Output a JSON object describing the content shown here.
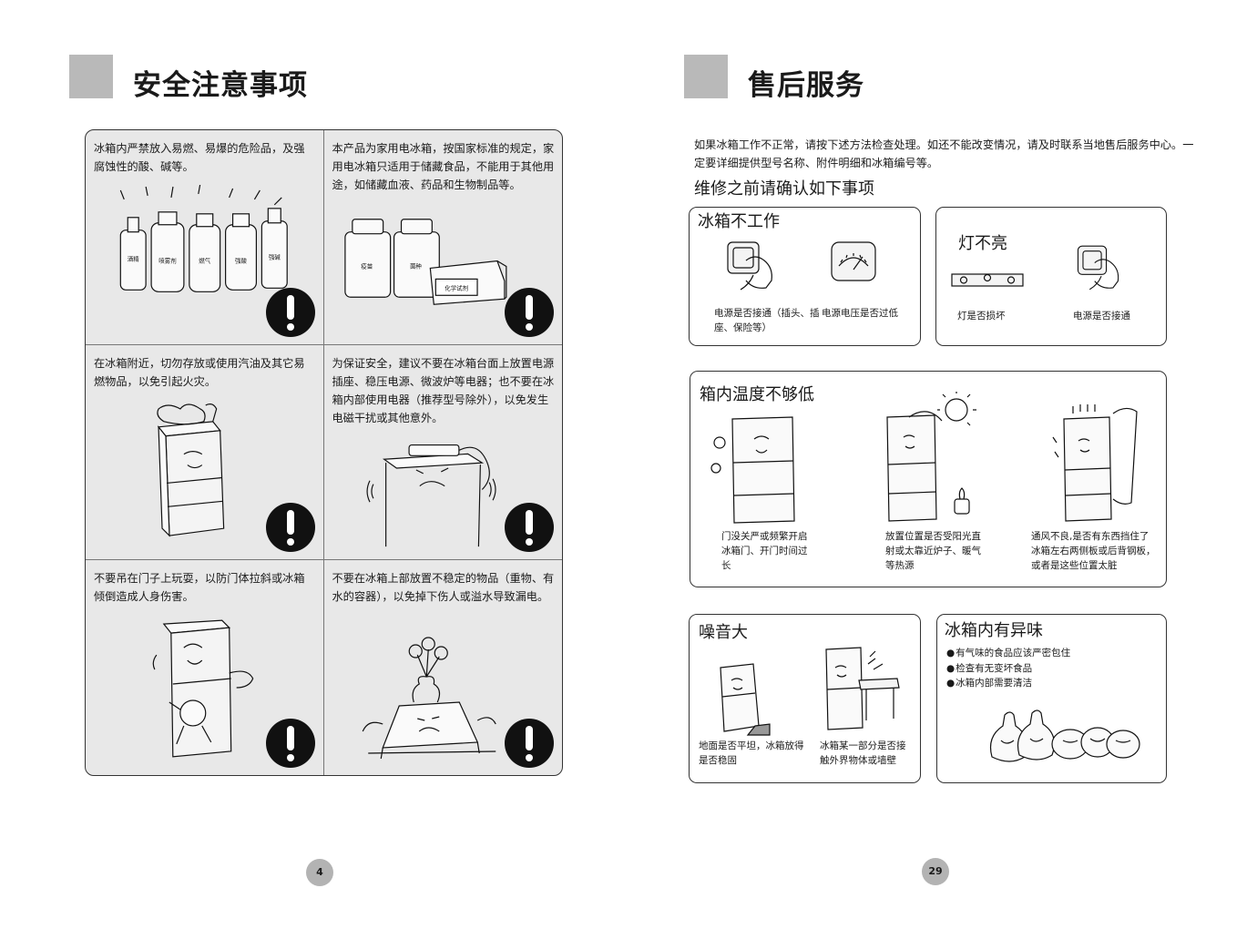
{
  "left": {
    "title": "安全注意事项",
    "page_number": "4",
    "cells": [
      {
        "text": "冰箱内严禁放入易燃、易爆的危险品，及强腐蚀性的酸、碱等。",
        "labels": [
          "酒精",
          "喷雾剂",
          "燃气",
          "强酸",
          "强碱"
        ]
      },
      {
        "text": "本产品为家用电冰箱，按国家标准的规定，家用电冰箱只适用于储藏食品，不能用于其他用途，如储藏血液、药品和生物制品等。",
        "labels": [
          "疫苗",
          "菌种",
          "化学试剂"
        ]
      },
      {
        "text": "在冰箱附近，切勿存放或使用汽油及其它易燃物品，以免引起火灾。"
      },
      {
        "text": "为保证安全，建议不要在冰箱台面上放置电源插座、稳压电源、微波炉等电器；也不要在冰箱内部使用电器（推荐型号除外），以免发生电磁干扰或其他意外。"
      },
      {
        "text": "不要吊在门子上玩耍，以防门体拉斜或冰箱倾倒造成人身伤害。"
      },
      {
        "text": "不要在冰箱上部放置不稳定的物品（重物、有水的容器），以免掉下伤人或溢水导致漏电。"
      }
    ]
  },
  "right": {
    "title": "售后服务",
    "page_number": "29",
    "intro": "如果冰箱工作不正常，请按下述方法检查处理。如还不能改变情况，请及时联系当地售后服务中心。一定要详细提供型号名称、附件明细和冰箱编号等。",
    "subtitle": "维修之前请确认如下事项",
    "not_working": {
      "title": "冰箱不工作",
      "cap1": "电源是否接通（插头、插座、保险等）",
      "cap2": "电源电压是否过低"
    },
    "light": {
      "title": "灯不亮",
      "cap1": "灯是否损坏",
      "cap2": "电源是否接通"
    },
    "temp": {
      "title": "箱内温度不够低",
      "cap1": "门没关严或频繁开启冰箱门、开门时间过长",
      "cap2": "放置位置是否受阳光直射或太靠近炉子、暖气等热源",
      "cap3": "通风不良,是否有东西挡住了冰箱左右两侧板或后背钢板，或者是这些位置太脏"
    },
    "noise": {
      "title": "噪音大",
      "cap1": "地面是否平坦，冰箱放得是否稳固",
      "cap2": "冰箱某一部分是否接触外界物体或墙壁"
    },
    "odor": {
      "title": "冰箱内有异味",
      "items": [
        "有气味的食品应该严密包住",
        "检查有无变坏食品",
        "冰箱内部需要清洁"
      ]
    }
  }
}
